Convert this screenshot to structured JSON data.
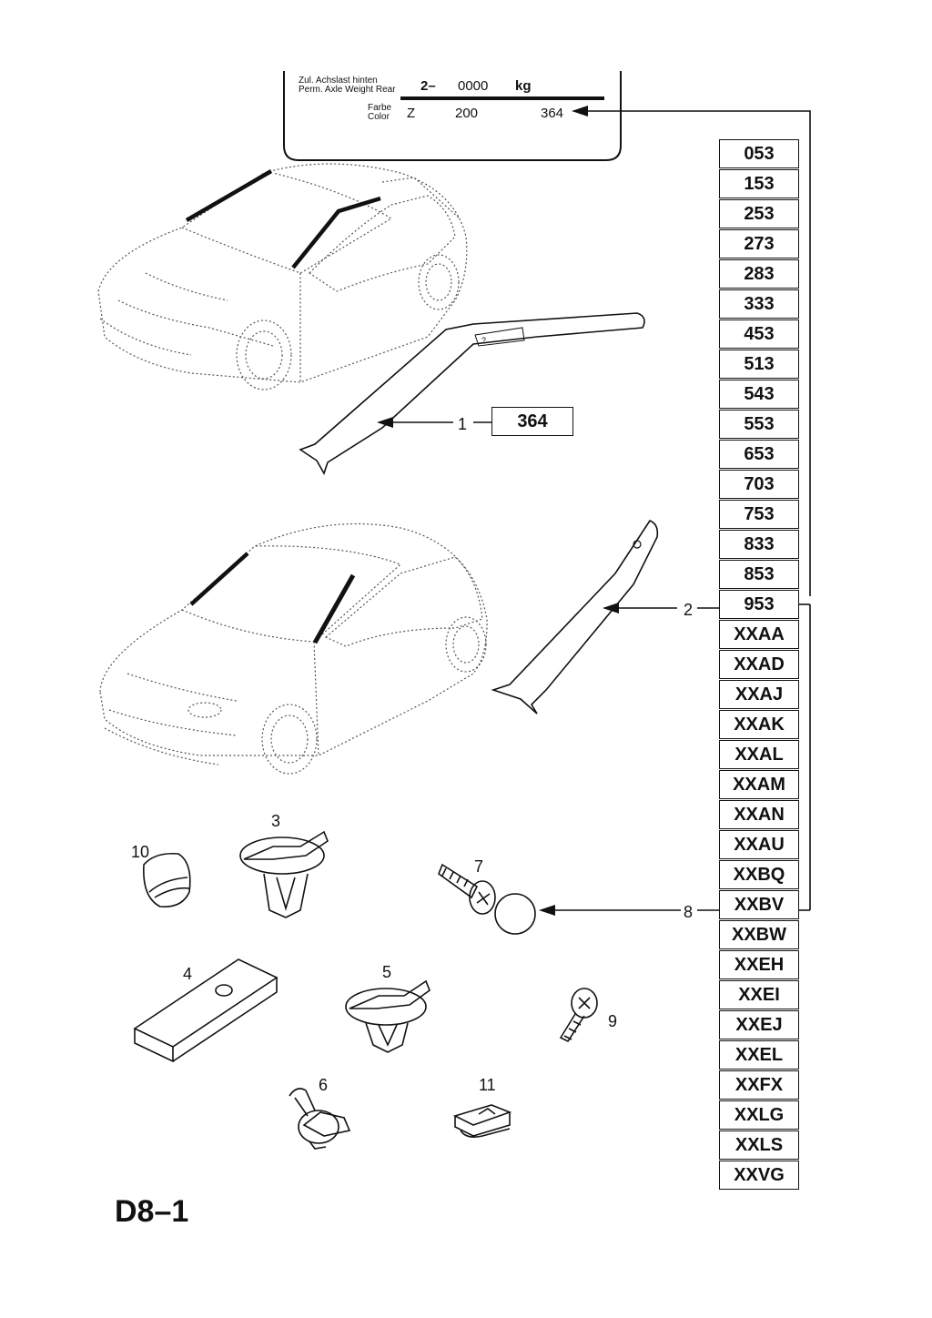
{
  "plate": {
    "axle_label_de": "Zul. Achslast hinten",
    "axle_label_en": "Perm. Axle Weight Rear",
    "axle_value_prefix": "2–",
    "axle_value": "0000",
    "axle_unit": "kg",
    "color_label_de": "Farbe",
    "color_label_en": "Color",
    "color_z": "Z",
    "color_200": "200",
    "color_code": "364"
  },
  "color_codes": [
    "053",
    "153",
    "253",
    "273",
    "283",
    "333",
    "453",
    "513",
    "543",
    "553",
    "653",
    "703",
    "753",
    "833",
    "853",
    "953",
    "XXAA",
    "XXAD",
    "XXAJ",
    "XXAK",
    "XXAL",
    "XXAM",
    "XXAN",
    "XXAU",
    "XXBQ",
    "XXBV",
    "XXBW",
    "XXEH",
    "XXEI",
    "XXEJ",
    "XXEL",
    "XXFX",
    "XXLG",
    "XXLS",
    "XXVG"
  ],
  "parts": {
    "p1": "1",
    "p1_code": "364",
    "p2": "2",
    "p3": "3",
    "p4": "4",
    "p5": "5",
    "p6": "6",
    "p7": "7",
    "p8": "8",
    "p9": "9",
    "p10": "10",
    "p11": "11"
  },
  "page_code": "D8–1"
}
